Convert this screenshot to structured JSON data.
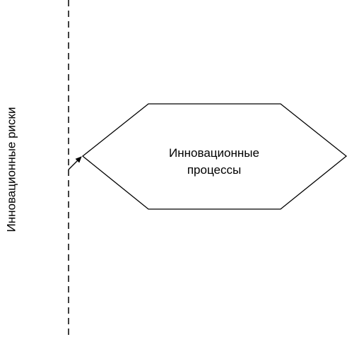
{
  "boundary_label": "Инновационные риски",
  "process_node": {
    "line1": "Инновационные",
    "line2": "процессы"
  },
  "colors": {
    "stroke": "#000000",
    "background": "#ffffff",
    "text": "#000000"
  }
}
